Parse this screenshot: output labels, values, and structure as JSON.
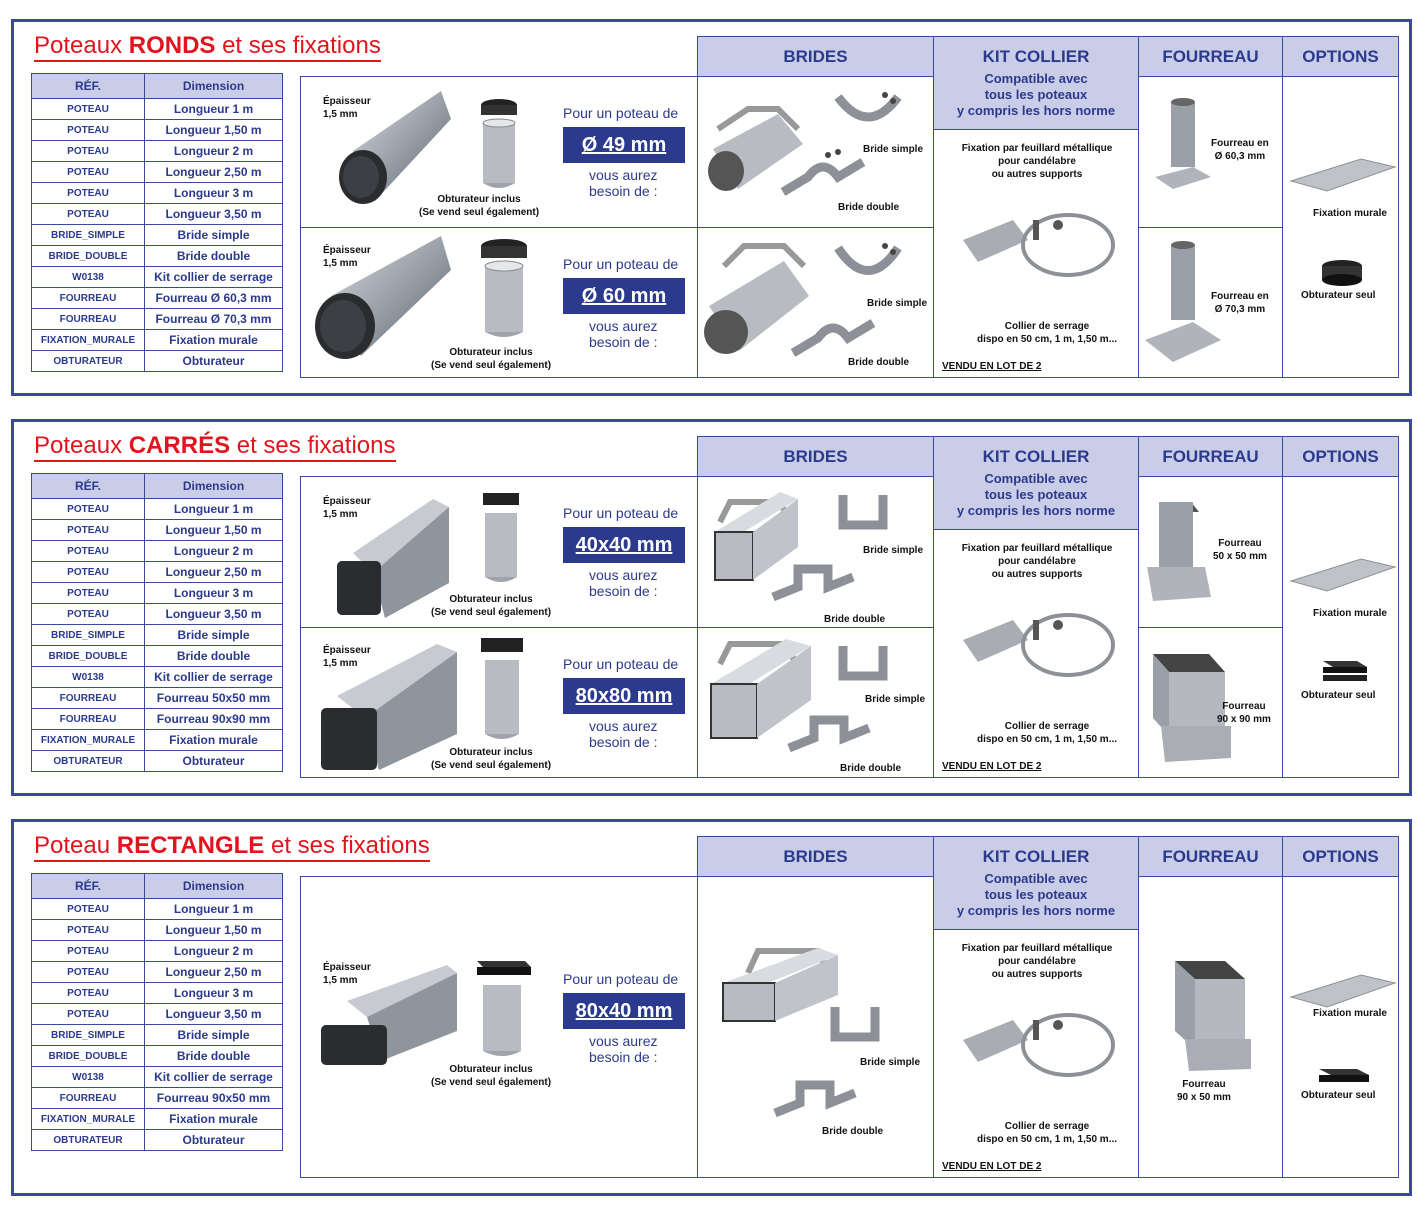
{
  "sections": [
    {
      "title_pre": "Poteaux ",
      "title_bold": "RONDS",
      "title_post": " et ses fixations",
      "table": {
        "headers": [
          "RÉF.",
          "Dimension"
        ],
        "rows": [
          [
            "POTEAU",
            "Longueur 1 m"
          ],
          [
            "POTEAU",
            "Longueur 1,50 m"
          ],
          [
            "POTEAU",
            "Longueur 2 m"
          ],
          [
            "POTEAU",
            "Longueur 2,50 m"
          ],
          [
            "POTEAU",
            "Longueur 3 m"
          ],
          [
            "POTEAU",
            "Longueur 3,50 m"
          ],
          [
            "BRIDE_SIMPLE",
            "Bride simple"
          ],
          [
            "BRIDE_DOUBLE",
            "Bride double"
          ],
          [
            "W0138",
            "Kit collier de serrage"
          ],
          [
            "FOURREAU",
            "Fourreau Ø 60,3 mm"
          ],
          [
            "FOURREAU",
            "Fourreau Ø 70,3 mm"
          ],
          [
            "FIXATION_MURALE",
            "Fixation murale"
          ],
          [
            "OBTURATEUR",
            "Obturateur"
          ]
        ]
      },
      "poles": [
        {
          "epaisseur": "Épaisseur",
          "epaisseur2": "1,5 mm",
          "obt1": "Obturateur inclus",
          "obt2": "(Se vend seul également)",
          "pour": "Pour un poteau de",
          "dim": "Ø 49 mm",
          "besoin1": "vous aurez",
          "besoin2": "besoin de :",
          "bride_simple": "Bride simple",
          "bride_double": "Bride double",
          "fourreau1": "Fourreau en",
          "fourreau2": "Ø  60,3 mm"
        },
        {
          "epaisseur": "Épaisseur",
          "epaisseur2": "1,5 mm",
          "obt1": "Obturateur inclus",
          "obt2": "(Se vend seul également)",
          "pour": "Pour un poteau de",
          "dim": "Ø 60 mm",
          "besoin1": "vous aurez",
          "besoin2": "besoin de :",
          "bride_simple": "Bride simple",
          "bride_double": "Bride double",
          "fourreau1": "Fourreau en",
          "fourreau2": "Ø  70,3 mm"
        }
      ]
    },
    {
      "title_pre": "Poteaux ",
      "title_bold": "CARRÉS",
      "title_post": " et ses fixations",
      "table": {
        "headers": [
          "RÉF.",
          "Dimension"
        ],
        "rows": [
          [
            "POTEAU",
            "Longueur 1 m"
          ],
          [
            "POTEAU",
            "Longueur 1,50 m"
          ],
          [
            "POTEAU",
            "Longueur 2 m"
          ],
          [
            "POTEAU",
            "Longueur 2,50 m"
          ],
          [
            "POTEAU",
            "Longueur 3 m"
          ],
          [
            "POTEAU",
            "Longueur 3,50 m"
          ],
          [
            "BRIDE_SIMPLE",
            "Bride simple"
          ],
          [
            "BRIDE_DOUBLE",
            "Bride double"
          ],
          [
            "W0138",
            "Kit collier de serrage"
          ],
          [
            "FOURREAU",
            "Fourreau 50x50 mm"
          ],
          [
            "FOURREAU",
            "Fourreau 90x90 mm"
          ],
          [
            "FIXATION_MURALE",
            "Fixation murale"
          ],
          [
            "OBTURATEUR",
            "Obturateur"
          ]
        ]
      },
      "poles": [
        {
          "epaisseur": "Épaisseur",
          "epaisseur2": "1,5 mm",
          "obt1": "Obturateur inclus",
          "obt2": "(Se vend seul également)",
          "pour": "Pour un poteau de",
          "dim": "40x40 mm",
          "besoin1": "vous aurez",
          "besoin2": "besoin de :",
          "bride_simple": "Bride simple",
          "bride_double": "Bride double",
          "fourreau1": "Fourreau",
          "fourreau2": "50 x 50 mm"
        },
        {
          "epaisseur": "Épaisseur",
          "epaisseur2": "1,5 mm",
          "obt1": "Obturateur inclus",
          "obt2": "(Se vend seul également)",
          "pour": "Pour un poteau de",
          "dim": "80x80 mm",
          "besoin1": "vous aurez",
          "besoin2": "besoin de :",
          "bride_simple": "Bride simple",
          "bride_double": "Bride double",
          "fourreau1": "Fourreau",
          "fourreau2": "90 x 90 mm"
        }
      ]
    },
    {
      "title_pre": "Poteau ",
      "title_bold": "RECTANGLE",
      "title_post": " et ses fixations",
      "table": {
        "headers": [
          "RÉF.",
          "Dimension"
        ],
        "rows": [
          [
            "POTEAU",
            "Longueur 1 m"
          ],
          [
            "POTEAU",
            "Longueur 1,50 m"
          ],
          [
            "POTEAU",
            "Longueur 2 m"
          ],
          [
            "POTEAU",
            "Longueur 2,50 m"
          ],
          [
            "POTEAU",
            "Longueur 3 m"
          ],
          [
            "POTEAU",
            "Longueur 3,50 m"
          ],
          [
            "BRIDE_SIMPLE",
            "Bride simple"
          ],
          [
            "BRIDE_DOUBLE",
            "Bride double"
          ],
          [
            "W0138",
            "Kit collier de serrage"
          ],
          [
            "FOURREAU",
            "Fourreau 90x50 mm"
          ],
          [
            "FIXATION_MURALE",
            "Fixation murale"
          ],
          [
            "OBTURATEUR",
            "Obturateur"
          ]
        ]
      },
      "poles": [
        {
          "epaisseur": "Épaisseur",
          "epaisseur2": "1,5 mm",
          "obt1": "Obturateur inclus",
          "obt2": "(Se vend seul également)",
          "pour": "Pour un poteau de",
          "dim": "80x40 mm",
          "besoin1": "vous aurez",
          "besoin2": "besoin de :",
          "bride_simple": "Bride simple",
          "bride_double": "Bride double",
          "fourreau1": "Fourreau",
          "fourreau2": "90 x 50 mm"
        }
      ]
    }
  ],
  "headers": {
    "brides": "BRIDES",
    "kit": "KIT COLLIER",
    "kit_sub1": "Compatible avec",
    "kit_sub2": "tous les poteaux",
    "kit_sub3": "y compris les hors norme",
    "fourreau": "FOURREAU",
    "options": "OPTIONS"
  },
  "kit": {
    "fix1": "Fixation par feuillard métallique",
    "fix2": "pour candélabre",
    "fix3": "ou autres supports",
    "collier1": "Collier de serrage",
    "collier2": "dispo en 50 cm, 1 m, 1,50 m...",
    "vendu": "VENDU EN LOT DE 2"
  },
  "options": {
    "fixation": "Fixation murale",
    "obturateur": "Obturateur seul"
  }
}
